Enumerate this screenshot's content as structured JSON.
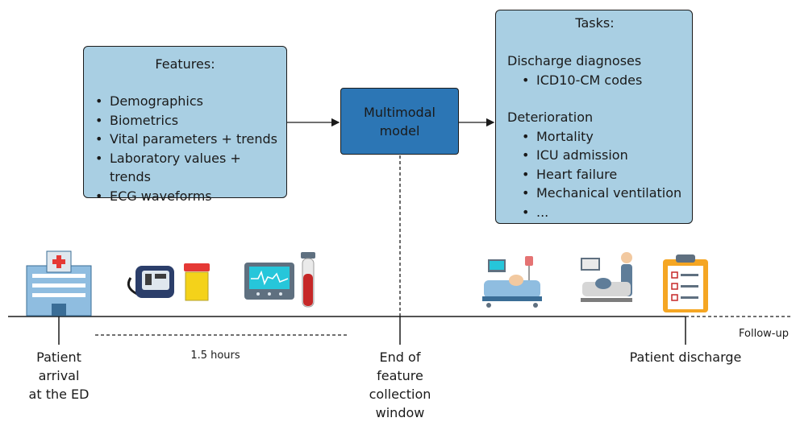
{
  "features": {
    "title": "Features:",
    "items": [
      "Demographics",
      "Biometrics",
      "Vital parameters + trends",
      "Laboratory values + trends",
      "ECG waveforms"
    ]
  },
  "model": {
    "line1": "Multimodal",
    "line2": "model"
  },
  "tasks": {
    "title": "Tasks:",
    "discharge": {
      "title": "Discharge diagnoses",
      "items": [
        "ICD10-CM codes"
      ]
    },
    "deterioration": {
      "title": "Deterioration",
      "items": [
        "Mortality",
        "ICU admission",
        "Heart failure",
        "Mechanical ventilation",
        "..."
      ]
    }
  },
  "timeline": {
    "arrival": [
      "Patient",
      "arrival",
      "at the ED"
    ],
    "duration": "1.5 hours",
    "window_end": [
      "End of",
      "feature",
      "collection",
      "window"
    ],
    "discharge": "Patient discharge",
    "followup": "Follow-up"
  },
  "icons": [
    "hospital-icon",
    "blood-pressure-monitor-icon",
    "urine-sample-cup-icon",
    "ecg-monitor-icon",
    "blood-test-tube-icon",
    "hospital-bed-patient-icon",
    "medical-ventilation-icon",
    "checklist-clipboard-icon"
  ],
  "colors": {
    "box_fill": "#a9cfe3",
    "model_fill": "#2c76b5",
    "line": "#1b1b1b"
  }
}
